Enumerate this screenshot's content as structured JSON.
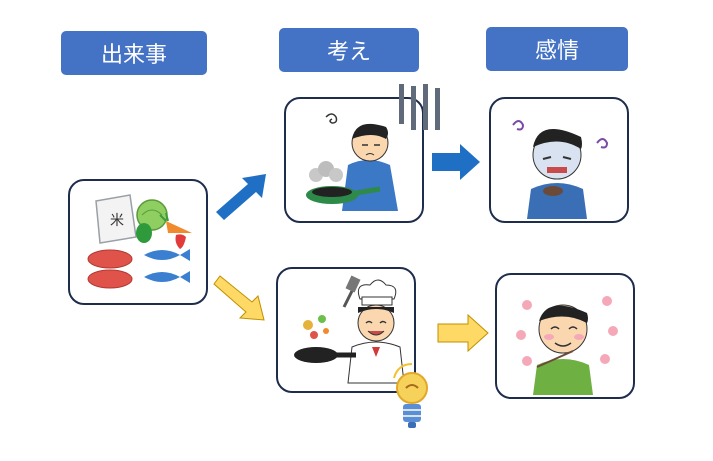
{
  "headers": {
    "event": "出来事",
    "thought": "考え",
    "emotion": "感情"
  },
  "colors": {
    "header_bg": "#4472c4",
    "arrow_blue": "#1f6fc5",
    "arrow_yellow": "#ffd966",
    "box_border": "#1f2d4d"
  },
  "icons": {
    "event": "groceries-illustration",
    "negative_thought": "worried-cook-burnt-pan",
    "positive_thought": "happy-chef-cooking",
    "negative_emotion": "depressed-man-eating",
    "positive_emotion": "happy-man-eating",
    "gloom_lines": "gloom-lines-icon",
    "idea": "lightbulb-icon"
  }
}
